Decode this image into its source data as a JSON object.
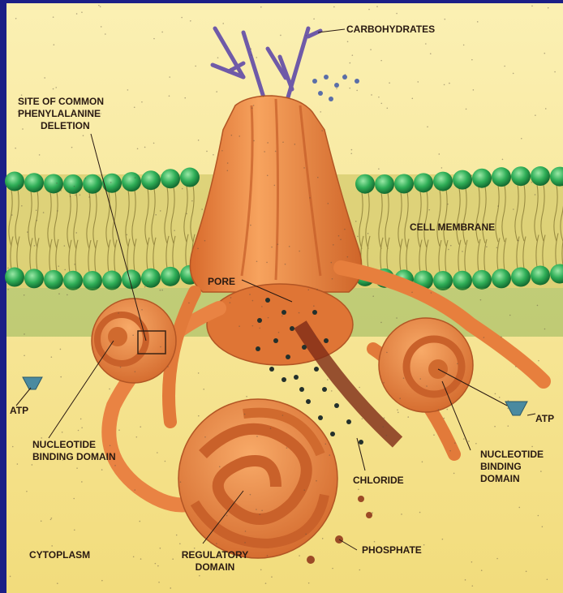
{
  "diagram": {
    "labels": {
      "carbohydrates": "CARBOHYDRATES",
      "site_of_common_mutation": [
        "SITE OF COMMON",
        "PHENYLALANINE",
        "DELETION"
      ],
      "cell_membrane": "CELL MEMBRANE",
      "pore": "PORE",
      "atp_left": "ATP",
      "atp_right": "ATP",
      "nucleotide_binding_domain_left": [
        "NUCLEOTIDE",
        "BINDING DOMAIN"
      ],
      "nucleotide_binding_domain_right": [
        "NUCLEOTIDE",
        "BINDING",
        "DOMAIN"
      ],
      "chloride": "CHLORIDE",
      "phosphate": "PHOSPHATE",
      "cytoplasm": "CYTOPLASM",
      "regulatory_domain": [
        "REGULATORY",
        "DOMAIN"
      ]
    },
    "colors": {
      "frame": "#1b1f86",
      "extracellular": "#f6e79a",
      "cytoplasm": "#f0da78",
      "lipid_head": "#2fae57",
      "lipid_tail": "#9a8a3a",
      "protein": "#ee8a42",
      "protein_shadow": "#c8602a",
      "carbohydrate": "#6f5aa8",
      "atp": "#4a8aa0",
      "chloride_dot": "#23302c",
      "phosphate_dot": "#9c4a26"
    }
  }
}
